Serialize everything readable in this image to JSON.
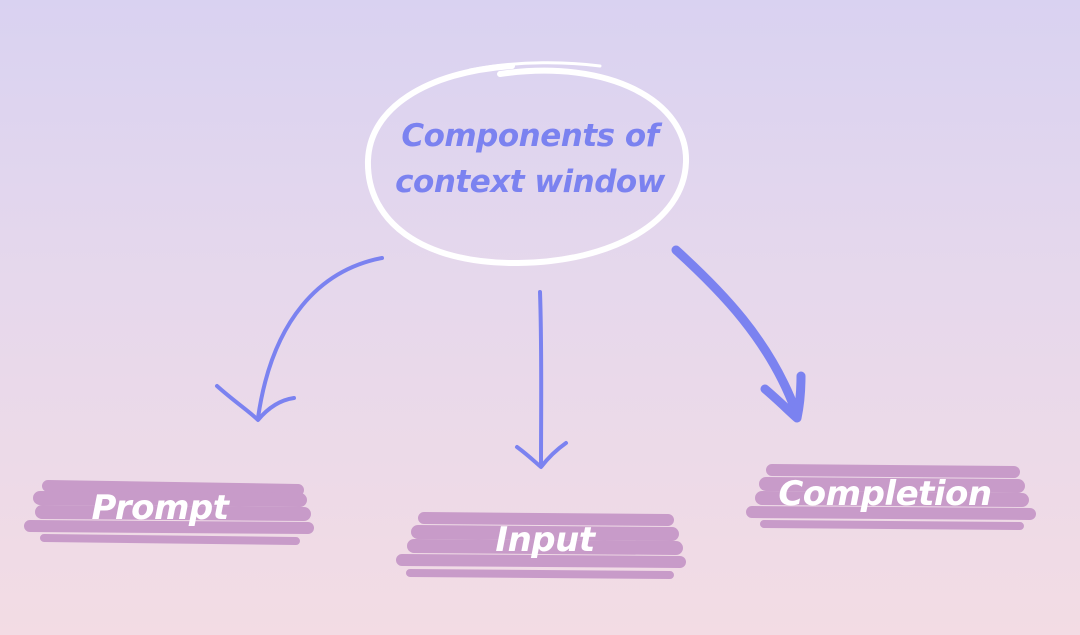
{
  "diagram": {
    "title_line1": "Components of",
    "title_line2": "context window",
    "nodes": [
      {
        "label": "Prompt"
      },
      {
        "label": "Input"
      },
      {
        "label": "Completion"
      }
    ],
    "colors": {
      "accent": "#7b82f0",
      "highlight": "#c89bc9",
      "ellipse_stroke": "#ffffff",
      "label_text": "#ffffff",
      "background_top": "#d9d2f1",
      "background_bottom": "#f3dce4"
    }
  }
}
